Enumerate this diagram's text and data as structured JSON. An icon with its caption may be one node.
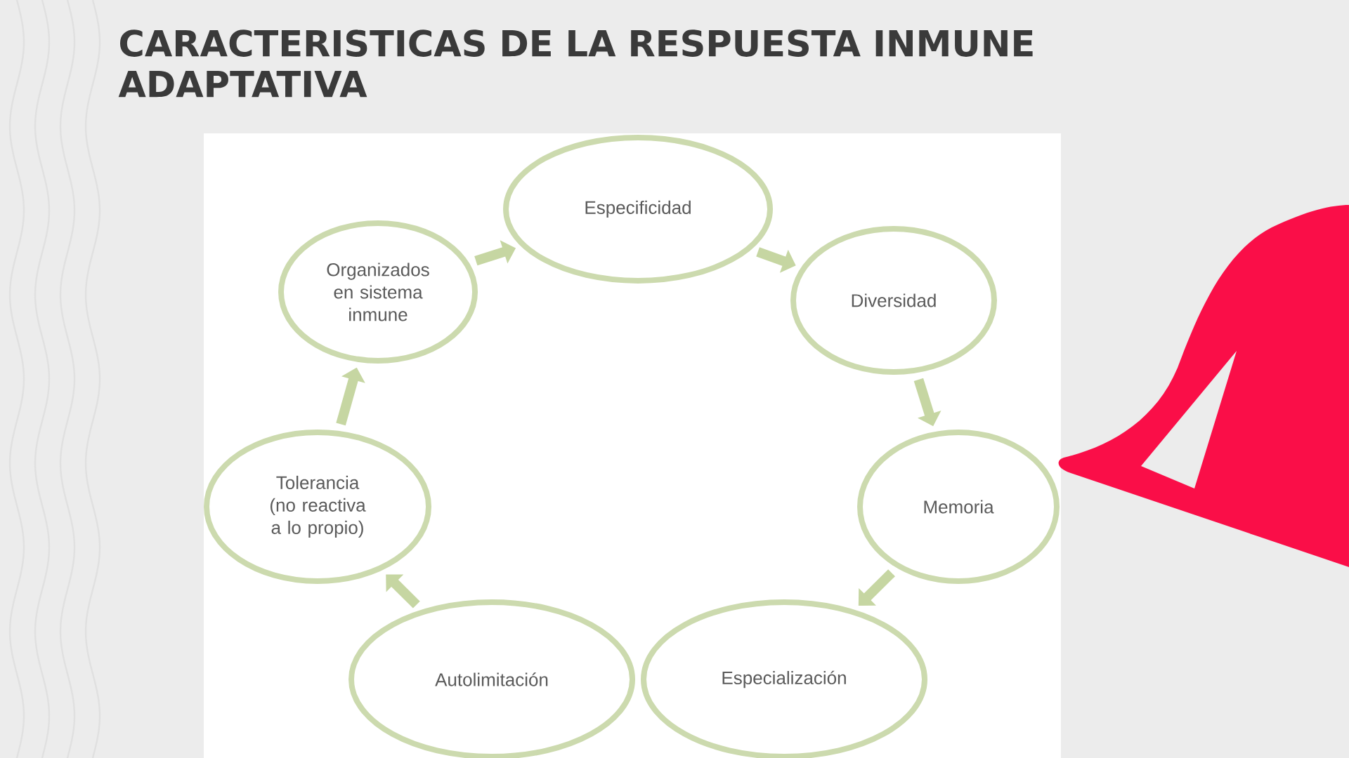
{
  "diagram": {
    "title": "CARACTERISTICAS DE LA RESPUESTA INMUNE ADAPTATIVA",
    "nodes": [
      {
        "text": [
          "Especificidad"
        ]
      },
      {
        "text": [
          "Diversidad"
        ]
      },
      {
        "text": [
          "Memoria"
        ]
      },
      {
        "text": [
          "Especialización"
        ]
      },
      {
        "text": [
          "Autolimitación"
        ]
      },
      {
        "text": [
          "Tolerancia (no reactiva a lo propio)"
        ]
      },
      {
        "text": [
          "Organizados en sistema inmune"
        ]
      }
    ],
    "edges": [
      {
        "from": 0,
        "to": 1,
        "arrow": "to"
      },
      {
        "from": 1,
        "to": 2,
        "arrow": "to"
      },
      {
        "from": 2,
        "to": 3,
        "arrow": "to"
      },
      {
        "from": 4,
        "to": 5,
        "arrow": "to"
      },
      {
        "from": 5,
        "to": 6,
        "arrow": "to"
      },
      {
        "from": 6,
        "to": 0,
        "arrow": "to"
      }
    ]
  }
}
